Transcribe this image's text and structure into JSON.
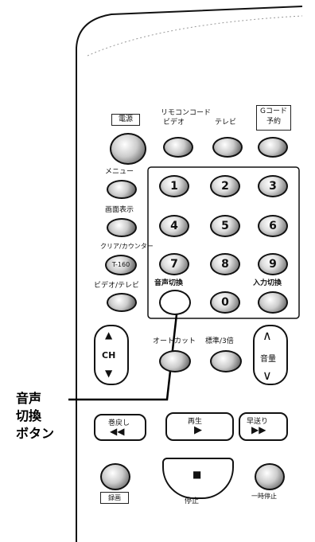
{
  "remote": {
    "power_label": "電源",
    "remocon_code_label": "リモコンコード",
    "video_label": "ビデオ",
    "tv_label": "テレビ",
    "gcode_label": "Gコード予約",
    "menu_label": "メニュー",
    "display_label": "画面表示",
    "clear_label": "クリア/カウンター",
    "counter_label": "T-160",
    "video_tv_label": "ビデオ/テレビ",
    "keypad": [
      "1",
      "2",
      "3",
      "4",
      "5",
      "6",
      "7",
      "8",
      "9",
      "0"
    ],
    "audio_switch_label": "音声切換",
    "input_switch_label": "入力切換",
    "ch_label": "CH",
    "auto_cut_label": "オートカット",
    "std_3x_label": "標準/3倍",
    "volume_label": "音量",
    "rewind_label": "巻戻し",
    "play_label": "再生",
    "ff_label": "早送り",
    "record_label": "録画",
    "stop_label": "停止",
    "pause_label": "一時停止"
  },
  "callout": {
    "line1": "音声",
    "line2": "切換",
    "line3": "ボタン"
  }
}
